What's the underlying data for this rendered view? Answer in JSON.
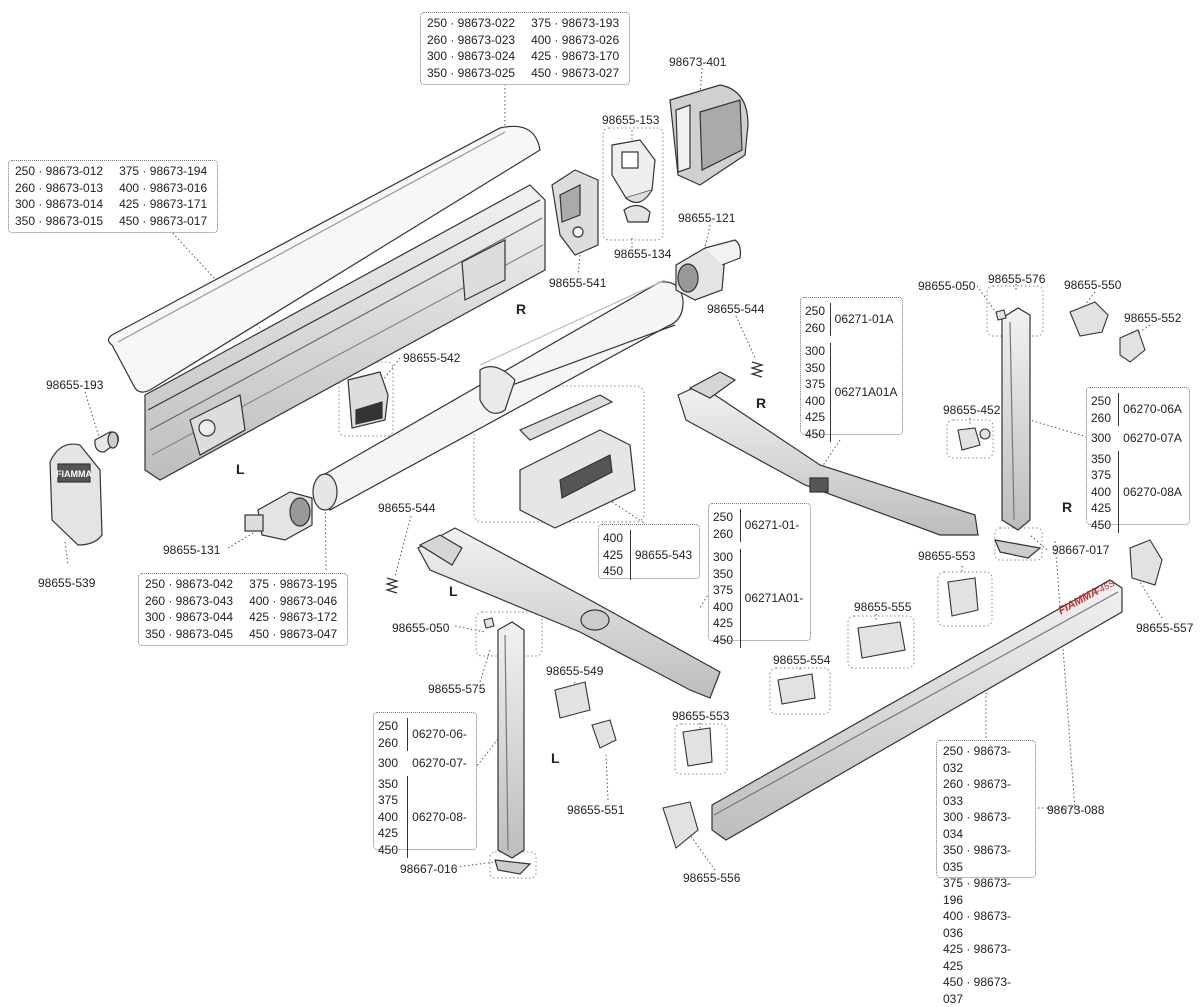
{
  "side_letters": {
    "r_top": "R",
    "r_mid": "R",
    "r_right": "R",
    "l_left": "L",
    "l_mid": "L",
    "l_bottom": "L"
  },
  "labels": {
    "p98673_401": "98673-401",
    "p98655_153": "98655-153",
    "p98655_134": "98655-134",
    "p98655_541": "98655-541",
    "p98655_121": "98655-121",
    "p98655_544_top": "98655-544",
    "p98655_050_top": "98655-050",
    "p98655_576": "98655-576",
    "p98655_550": "98655-550",
    "p98655_552": "98655-552",
    "p98655_193": "98655-193",
    "p98655_542": "98655-542",
    "p98655_452": "98655-452",
    "p98655_539": "98655-539",
    "p98655_131": "98655-131",
    "p98655_544_bot": "98655-544",
    "p98667_017": "98667-017",
    "p98655_553_right": "98655-553",
    "p98655_555": "98655-555",
    "p98655_557": "98655-557",
    "p98655_050_bot": "98655-050",
    "p98655_575": "98655-575",
    "p98655_549": "98655-549",
    "p98655_554": "98655-554",
    "p98655_553_left": "98655-553",
    "p98655_551": "98655-551",
    "p98673_088": "98673-088",
    "p98667_016": "98667-016",
    "p98655_556": "98655-556",
    "brand": "FIAMMA",
    "model": "F45S"
  },
  "boxes": {
    "top_case": {
      "left": [
        "250 · 98673-022",
        "260 · 98673-023",
        "300 · 98673-024",
        "350 · 98673-025"
      ],
      "right": [
        "375 · 98673-193",
        "400 · 98673-026",
        "425 · 98673-170",
        "450 · 98673-027"
      ]
    },
    "case_profile": {
      "left": [
        "250 · 98673-012",
        "260 · 98673-013",
        "300 · 98673-014",
        "350 · 98673-015"
      ],
      "right": [
        "375 · 98673-194",
        "400 · 98673-016",
        "425 · 98673-171",
        "450 · 98673-017"
      ]
    },
    "roller_tube": {
      "left": [
        "250 · 98673-042",
        "260 · 98673-043",
        "300 · 98673-044",
        "350 · 98673-045"
      ],
      "right": [
        "375 · 98673-195",
        "400 · 98673-046",
        "425 · 98673-172",
        "450 · 98673-047"
      ]
    },
    "front_rail": [
      "250 · 98673-032",
      "260 · 98673-033",
      "300 · 98673-034",
      "350 · 98673-035",
      "375 · 98673-196",
      "400 · 98673-036",
      "425 · 98673-425",
      "450 · 98673-037"
    ],
    "arm_r": [
      {
        "sizes": [
          "250",
          "260"
        ],
        "code": "06271-01A"
      },
      {
        "sizes": [
          "300",
          "350",
          "375",
          "400",
          "425",
          "450"
        ],
        "code": "06271A01A"
      }
    ],
    "arm_l": [
      {
        "sizes": [
          "250",
          "260"
        ],
        "code": "06271-01-"
      },
      {
        "sizes": [
          "300",
          "350",
          "375",
          "400",
          "425",
          "450"
        ],
        "code": "06271A01-"
      }
    ],
    "leg_r": [
      {
        "sizes": [
          "250",
          "260"
        ],
        "code": "06270-06A"
      },
      {
        "sizes": [
          "300"
        ],
        "code": "06270-07A"
      },
      {
        "sizes": [
          "350",
          "375",
          "400",
          "425",
          "450"
        ],
        "code": "06270-08A"
      }
    ],
    "leg_l": [
      {
        "sizes": [
          "250",
          "260"
        ],
        "code": "06270-06-"
      },
      {
        "sizes": [
          "300"
        ],
        "code": "06270-07-"
      },
      {
        "sizes": [
          "350",
          "375",
          "400",
          "425",
          "450"
        ],
        "code": "06270-08-"
      }
    ],
    "bracket_543": [
      {
        "sizes": [
          "400",
          "425",
          "450"
        ],
        "code": "98655-543"
      }
    ]
  }
}
